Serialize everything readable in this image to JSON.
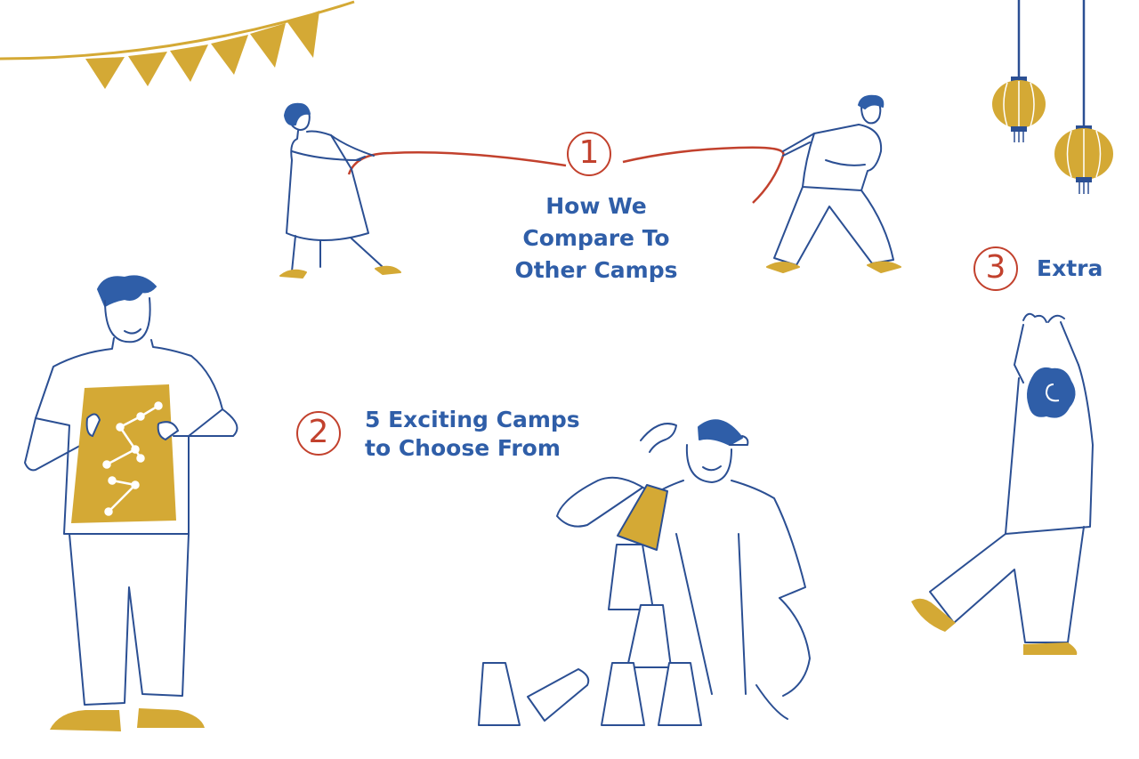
{
  "colors": {
    "navy": "#2f5ea8",
    "red": "#c2412d",
    "mustard": "#d4a935",
    "ink": "#2b4f93"
  },
  "menu": [
    {
      "number": "1",
      "lines": [
        "How We",
        "Compare To",
        "Other Camps"
      ]
    },
    {
      "number": "2",
      "lines": [
        "5 Exciting Camps",
        "to Choose From"
      ]
    },
    {
      "number": "3",
      "lines": [
        "Extra"
      ]
    }
  ]
}
